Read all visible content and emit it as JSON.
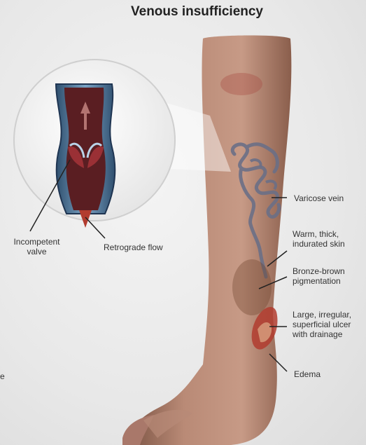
{
  "title": "Venous insufficiency",
  "edge_text": "e",
  "labels": {
    "incompetent_valve": [
      "Incompetent",
      "valve"
    ],
    "retrograde_flow": "Retrograde flow",
    "varicose_vein": "Varicose vein",
    "warm_skin": [
      "Warm, thick,",
      "indurated skin"
    ],
    "pigmentation": [
      "Bronze-brown",
      "pigmentation"
    ],
    "ulcer": [
      "Large, irregular,",
      "superficial ulcer",
      "with drainage"
    ],
    "edema": "Edema"
  }
}
